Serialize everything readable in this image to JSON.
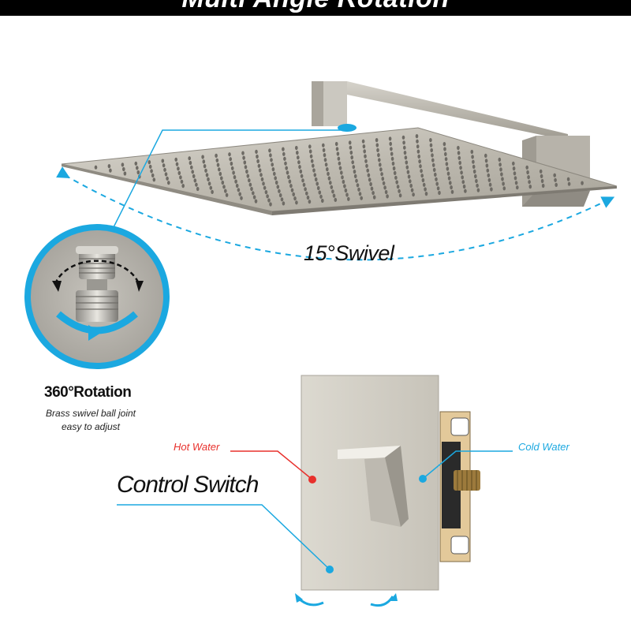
{
  "banner": {
    "title": "Multi Angle Rotation"
  },
  "swivel": {
    "label": "15°Swivel"
  },
  "rotation": {
    "title": "360°Rotation",
    "line1": "Brass swivel ball joint",
    "line2": "easy to adjust"
  },
  "valve": {
    "hot_label": "Hot Water",
    "cold_label": "Cold Water",
    "control_label": "Control Switch"
  },
  "colors": {
    "accent_blue": "#1ba8e0",
    "hot_red": "#e8302c",
    "brushed_nickel": "#c9c6bd"
  }
}
